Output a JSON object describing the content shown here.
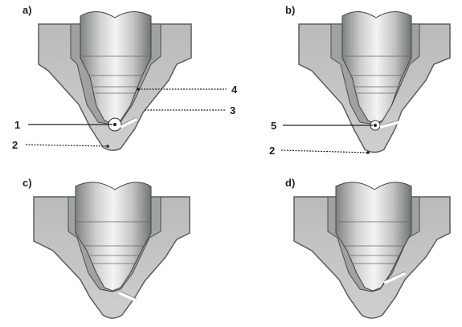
{
  "panels": [
    {
      "id": "a",
      "label": "a)",
      "callouts": [
        {
          "text": "1"
        },
        {
          "text": "2"
        },
        {
          "text": "3"
        },
        {
          "text": "4"
        }
      ]
    },
    {
      "id": "b",
      "label": "b)",
      "callouts": [
        {
          "text": "5"
        },
        {
          "text": "2"
        }
      ]
    },
    {
      "id": "c",
      "label": "c)",
      "callouts": []
    },
    {
      "id": "d",
      "label": "d)",
      "callouts": []
    }
  ],
  "colors": {
    "body_fill": "#c3c6c5",
    "body_stroke": "#5b5e5d",
    "needle_light": "#f2f2f2",
    "needle_dark": "#8d9090",
    "callout": "#222222"
  }
}
